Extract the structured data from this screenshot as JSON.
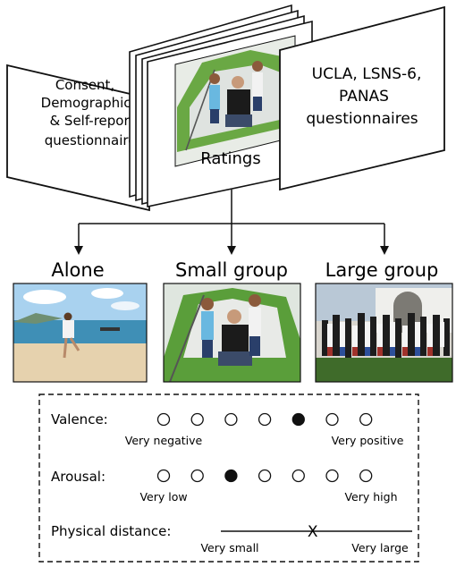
{
  "cards": {
    "left": [
      "Consent,",
      "Demographics",
      "& Self-report",
      "questionnaires"
    ],
    "center": "Ratings",
    "right": [
      "UCLA, LSNS-6,",
      "PANAS",
      "questionnaires"
    ]
  },
  "conditions": [
    "Alone",
    "Small group",
    "Large group"
  ],
  "rating_panel": {
    "valence": {
      "label": "Valence:",
      "points": 7,
      "selected_index": 4,
      "low": "Very negative",
      "high": "Very positive"
    },
    "arousal": {
      "label": "Arousal:",
      "points": 7,
      "selected_index": 2,
      "low": "Very low",
      "high": "Very high"
    },
    "distance": {
      "label": "Physical distance:",
      "marker": "X",
      "marker_position": 0.48,
      "low": "Very small",
      "high": "Very large"
    }
  },
  "colors": {
    "ink": "#111111",
    "tent_green": "#5a9e3a",
    "sky": "#a9d2ef",
    "sea": "#3f8fb6",
    "sand": "#e6d2ae",
    "grass": "#3f6b2a"
  }
}
